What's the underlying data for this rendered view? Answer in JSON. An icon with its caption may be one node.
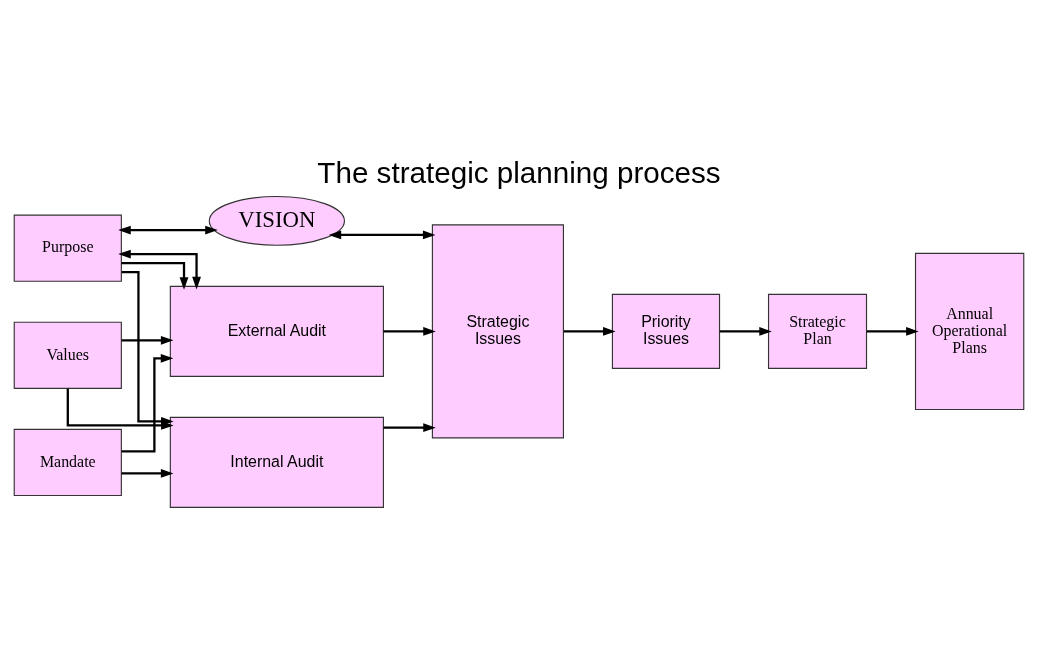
{
  "diagram": {
    "title": "The strategic planning process",
    "nodes": [
      {
        "text": [
          "Purpose"
        ]
      },
      {
        "text": [
          "VISION"
        ]
      },
      {
        "text": [
          "Mandate"
        ]
      },
      {
        "text": [
          "Values"
        ]
      },
      {
        "text": [
          "Internal Audit"
        ]
      },
      {
        "text": [
          "External Audit"
        ]
      },
      {
        "text": [
          "Strategic Issues"
        ]
      },
      {
        "text": [
          "Priority Issues"
        ]
      },
      {
        "text": [
          "Strategic Plan"
        ]
      },
      {
        "text": [
          "Annual Operational Plans"
        ]
      }
    ],
    "edges": [
      {
        "from": 0,
        "to": 1,
        "arrow": "both"
      },
      {
        "from": 1,
        "to": 6,
        "arrow": "both"
      },
      {
        "from": 0,
        "to": 4,
        "arrow": "to"
      },
      {
        "from": 0,
        "to": 5,
        "arrow": "to"
      },
      {
        "from": 2,
        "to": 4,
        "arrow": "to"
      },
      {
        "from": 2,
        "to": 5,
        "arrow": "to"
      },
      {
        "from": 3,
        "to": 4,
        "arrow": "to"
      },
      {
        "from": 3,
        "to": 5,
        "arrow": "to"
      },
      {
        "from": 4,
        "to": 6,
        "arrow": "to"
      },
      {
        "from": 5,
        "to": 6,
        "arrow": "to"
      },
      {
        "from": 6,
        "to": 7,
        "arrow": "to"
      },
      {
        "from": 7,
        "to": 8,
        "arrow": "to"
      },
      {
        "from": 8,
        "to": 9,
        "arrow": "to"
      },
      {
        "from": 5,
        "to": 0,
        "arrow": "both"
      }
    ]
  }
}
